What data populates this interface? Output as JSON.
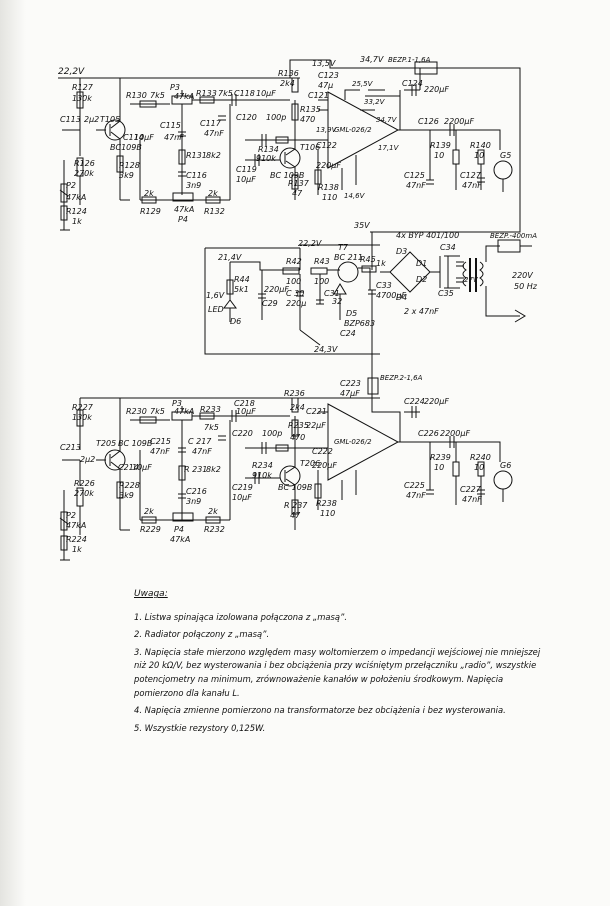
{
  "schematic": {
    "rails": {
      "v22_2_top": "22,2V",
      "v13_5": "13,5V",
      "v34_7": "34,7V",
      "v35": "35V",
      "v21_4": "21,4V",
      "v22_2_mid": "22,2V",
      "v1_6": "1,6V",
      "v24_3": "24,3V",
      "v25_5": "25,5V",
      "v33_2": "33,2V",
      "v34_7_ic": "34,7V",
      "v13_9": "13,9V",
      "v14_6": "14,6V",
      "v17_1": "17,1V"
    },
    "fuses": {
      "top": "BEZP.1-1,6A",
      "mid": "BEZP.2-1,6A",
      "trafo": "BEZP.-400mA"
    },
    "bridge": {
      "label": "4x BYP 401/100",
      "d1": "D1",
      "d2": "D2",
      "d3": "D3",
      "d4": "D4",
      "caps": "2 x 47nF",
      "c34": "C34",
      "c35": "C35"
    },
    "transformer": {
      "primary": "220V",
      "freq": "50 Hz",
      "secondary": "27V"
    },
    "regulator": {
      "t7": "T7",
      "t7_type": "BC 211",
      "r42": "R42",
      "r42_val": "100",
      "r43": "R43",
      "r43_val": "100",
      "r44": "R44",
      "r44_val": "5k1",
      "r45": "R45",
      "r45_val": "1k",
      "c29": "C29",
      "c29_val": "220µF",
      "c30": "C 30",
      "c30_val": "220µ",
      "c31": "C31",
      "c32": "32",
      "c33": "C33",
      "c33_val": "4700µF",
      "c24": "C24",
      "d5": "D5",
      "d6": "D6",
      "zener": "BZP683",
      "led": "LED"
    },
    "top_channel": {
      "ic": "GML-026/2",
      "t105": "T105",
      "t105_type": "BC109B",
      "t106": "T106",
      "t106_type": "BC 109B",
      "p3": "P3",
      "p3_val": "47kA",
      "p4": "P4",
      "p4_val": "47kA",
      "p2": "P2",
      "p2_val": "47kA",
      "g5": "G5",
      "r127": "R127",
      "r127_val": "130k",
      "r126": "R126",
      "r126_val": "270k",
      "r128": "R128",
      "r128_val": "3k9",
      "r124": "R124",
      "r124_val": "1k",
      "r130": "R130",
      "r130_val": "7k5",
      "r133": "R133",
      "r133_val": "7k5",
      "r131": "R131",
      "r131_val": "8k2",
      "r129": "R129",
      "r129_val": "2k",
      "r132": "R132",
      "r132_val": "2k",
      "r134": "R134",
      "r134_val": "910k",
      "r135": "R135",
      "r135_val": "470",
      "r136": "R136",
      "r136_val": "2k4",
      "r137": "R137",
      "r137_val": "47",
      "r138": "R138",
      "r138_val": "110",
      "r139": "R139",
      "r139_val": "10",
      "r140": "R140",
      "r140_val": "10",
      "c113": "C113",
      "c113_val": "2µ2",
      "c114": "C114",
      "c114_val": "10µF",
      "c115": "C115",
      "c115_val": "47nF",
      "c116": "C116",
      "c116_val": "3n9",
      "c117": "C117",
      "c117_val": "47nF",
      "c118": "C118",
      "c118_val": "10µF",
      "c119": "C119",
      "c119_val": "10µF",
      "c120": "C120",
      "c120_val": "100p",
      "c121": "C121",
      "c122": "C122",
      "c122_val": "220µF",
      "c123": "C123",
      "c123_val": "47µ",
      "c124": "C124",
      "c124_val": "220µF",
      "c125": "C125",
      "c125_val": "47nF",
      "c126": "C126",
      "c126_val": "2200µF",
      "c127": "C127",
      "c127_val": "47nF"
    },
    "bottom_channel": {
      "ic": "GML-026/2",
      "t205": "T205",
      "t205_type": "BC 109B",
      "t206": "T206",
      "t206_type": "BC 109B",
      "p3": "P3",
      "p3_val": "47kA",
      "p4": "P4",
      "p4_val": "47kA",
      "p2": "P2",
      "p2_val": "47kA",
      "g6": "G6",
      "r227": "R227",
      "r227_val": "130k",
      "r226": "R226",
      "r226_val": "270k",
      "r228": "R228",
      "r228_val": "3k9",
      "r224": "R224",
      "r224_val": "1k",
      "r230": "R230",
      "r230_val": "7k5",
      "r233": "R233",
      "r233_val": "7k5",
      "r231": "R 231",
      "r231_val": "8k2",
      "r229": "R229",
      "r229_val": "2k",
      "r232": "R232",
      "r232_val": "2k",
      "r234": "R234",
      "r234_val": "910k",
      "r235": "R235",
      "r235_val": "470",
      "r236": "R236",
      "r236_val": "2k4",
      "r237": "R 237",
      "r237_val": "47",
      "r238": "R238",
      "r238_val": "110",
      "r239": "R239",
      "r239_val": "10",
      "r240": "R240",
      "r240_val": "10",
      "c213": "C213",
      "c213_val": "2µ2",
      "c214": "C214",
      "c214_val": "10µF",
      "c215": "C215",
      "c215_val": "47nF",
      "c216": "C216",
      "c216_val": "3n9",
      "c217": "C 217",
      "c217_val": "47nF",
      "c218": "C218",
      "c218_val": "10µF",
      "c219": "C219",
      "c219_val": "10µF",
      "c220": "C220",
      "c220_val": "100p",
      "c221": "C221",
      "c221_val": "22µF",
      "c222": "C222",
      "c222_val": "220µF",
      "c223": "C223",
      "c223_val": "47µF",
      "c224": "C224",
      "c224_val": "220µF",
      "c225": "C225",
      "c225_val": "47nF",
      "c226": "C226",
      "c226_val": "2200µF",
      "c227": "C227",
      "c227_val": "47nF"
    }
  },
  "notes": {
    "title": "Uwaga:",
    "items": [
      "1. Listwa spinająca izolowana połączona z „masą”.",
      "2. Radiator połączony z „masą”.",
      "3. Napięcia stałe mierzono względem masy woltomierzem o impedancji wejściowej nie mniejszej niż 20 kΩ/V, bez wysterowania i bez obciążenia przy wciśniętym przełączniku „radio”, wszystkie potencjometry na minimum, zrównoważenie kanałów w położeniu środkowym. Napięcia pomierzono dla kanału L.",
      "4. Napięcia zmienne pomierzono na transformatorze bez obciążenia i bez wysterowania.",
      "5. Wszystkie rezystory 0,125W."
    ]
  }
}
